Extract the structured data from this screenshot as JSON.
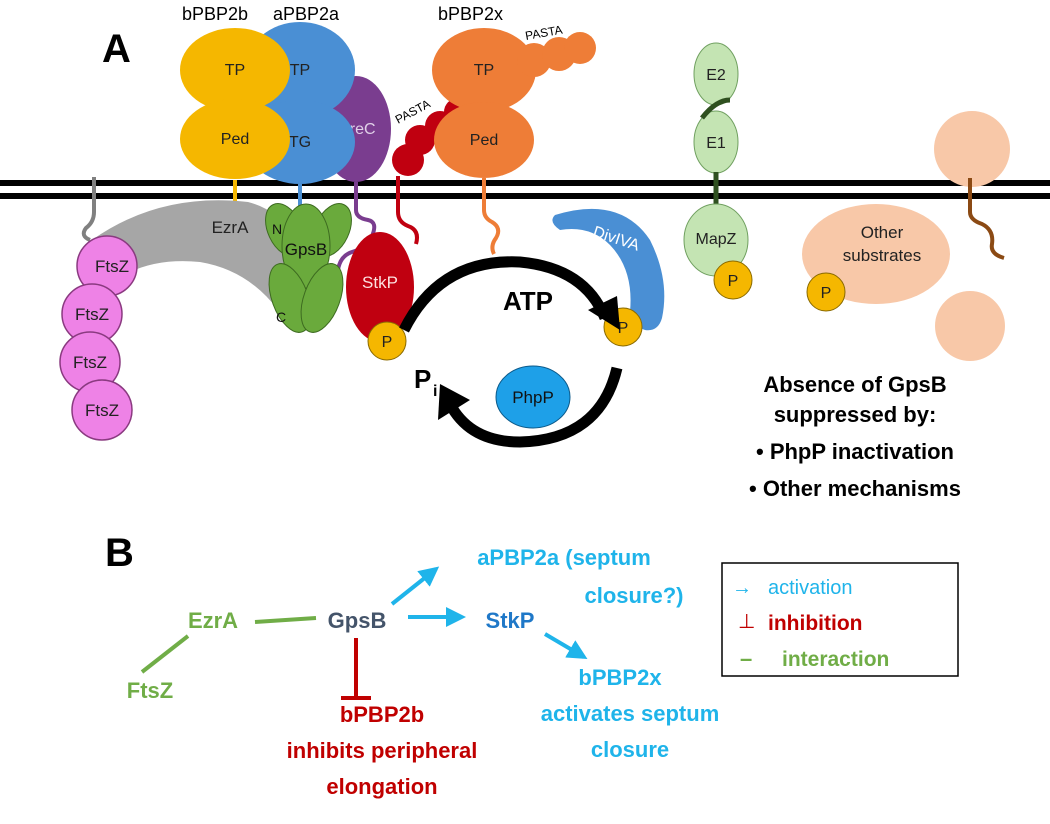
{
  "panel_a": {
    "panel_label": "A",
    "proteins": {
      "bpbp2b_name": "bPBP2b",
      "apbp2a_name": "aPBP2a",
      "bpbp2x_name": "bPBP2x",
      "tp": "TP",
      "ped": "Ped",
      "tg": "TG",
      "mrec": "MreC",
      "pasta": "PASTA",
      "ezra": "EzrA",
      "gpsb": "GpsB",
      "gpsb_n": "N",
      "gpsb_c": "C",
      "stkp": "StkP",
      "divIVA": "DivIVA",
      "mapz": "MapZ",
      "e1": "E1",
      "e2": "E2",
      "phpp": "PhpP",
      "ftsz": "FtsZ",
      "other_substrates_line1": "Other",
      "other_substrates_line2": "substrates",
      "phospho": "P"
    },
    "reaction": {
      "atp": "ATP",
      "pi": "P",
      "pi_sub": "i"
    },
    "note": {
      "line1": "Absence of GpsB",
      "line2": "suppressed by:",
      "bullet1": "• PhpP inactivation",
      "bullet2": "• Other mechanisms"
    },
    "colors": {
      "bpbp2b": "#f5b700",
      "apbp2a": "#4a8fd4",
      "bpbp2x": "#ee7d37",
      "mrec": "#7a3d8f",
      "pasta_red": "#c00010",
      "stkp": "#c00010",
      "gpsb": "#6aaa3c",
      "ftsz": "#ee82e6",
      "ezra": "#a6a6a6",
      "divIVA": "#4a8fd4",
      "mapz": "#c4e4b3",
      "other": "#f8c8a8",
      "phpp": "#1ea0e8",
      "phospho": "#f5b700"
    }
  },
  "panel_b": {
    "panel_label": "B",
    "nodes": {
      "ezra": "EzrA",
      "ftsz": "FtsZ",
      "gpsb": "GpsB",
      "stkp": "StkP",
      "apbp2a_line1": "aPBP2a (septum",
      "apbp2a_line2": "closure?)",
      "bpbp2x_line1": "bPBP2x",
      "bpbp2x_line2": "activates septum",
      "bpbp2x_line3": "closure",
      "bpbp2b_line1": "bPBP2b",
      "bpbp2b_line2": "inhibits peripheral",
      "bpbp2b_line3": "elongation"
    },
    "legend": {
      "activation_symbol": "→",
      "activation": "activation",
      "inhibition_symbol": "⊥",
      "inhibition": "inhibition",
      "interaction_symbol": "–",
      "interaction": "interaction"
    },
    "colors": {
      "activation": "#1fb4ea",
      "inhibition": "#c00000",
      "interaction": "#70ad47",
      "gpsb": "#44546a",
      "stkp": "#1f78c8"
    }
  }
}
